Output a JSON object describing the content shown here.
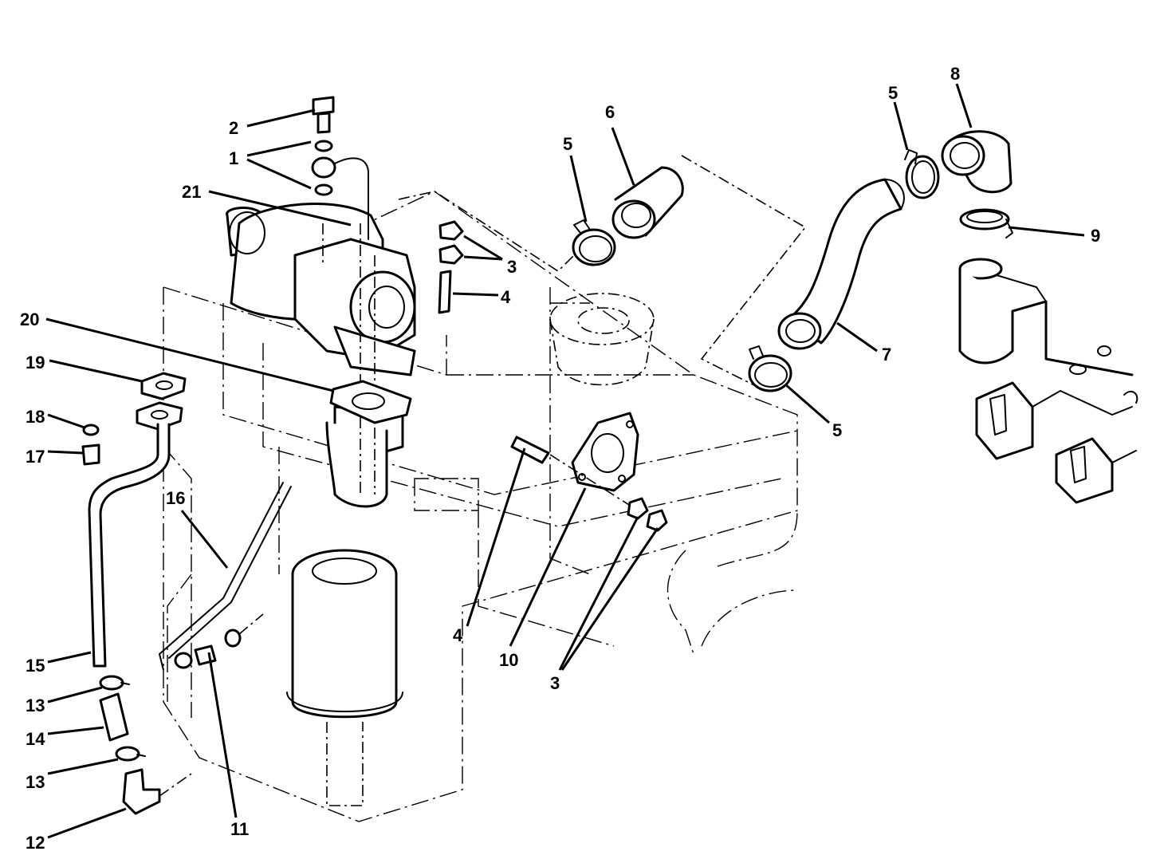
{
  "callouts": [
    {
      "id": "c1",
      "label": "1"
    },
    {
      "id": "c2",
      "label": "2"
    },
    {
      "id": "c3a",
      "label": "3"
    },
    {
      "id": "c3b",
      "label": "3"
    },
    {
      "id": "c4a",
      "label": "4"
    },
    {
      "id": "c4b",
      "label": "4"
    },
    {
      "id": "c5a",
      "label": "5"
    },
    {
      "id": "c5b",
      "label": "5"
    },
    {
      "id": "c5c",
      "label": "5"
    },
    {
      "id": "c6",
      "label": "6"
    },
    {
      "id": "c7",
      "label": "7"
    },
    {
      "id": "c8",
      "label": "8"
    },
    {
      "id": "c9",
      "label": "9"
    },
    {
      "id": "c10",
      "label": "10"
    },
    {
      "id": "c11",
      "label": "11"
    },
    {
      "id": "c12",
      "label": "12"
    },
    {
      "id": "c13a",
      "label": "13"
    },
    {
      "id": "c13b",
      "label": "13"
    },
    {
      "id": "c14",
      "label": "14"
    },
    {
      "id": "c15",
      "label": "15"
    },
    {
      "id": "c16",
      "label": "16"
    },
    {
      "id": "c17",
      "label": "17"
    },
    {
      "id": "c18",
      "label": "18"
    },
    {
      "id": "c19",
      "label": "19"
    },
    {
      "id": "c20",
      "label": "20"
    },
    {
      "id": "c21",
      "label": "21"
    }
  ]
}
